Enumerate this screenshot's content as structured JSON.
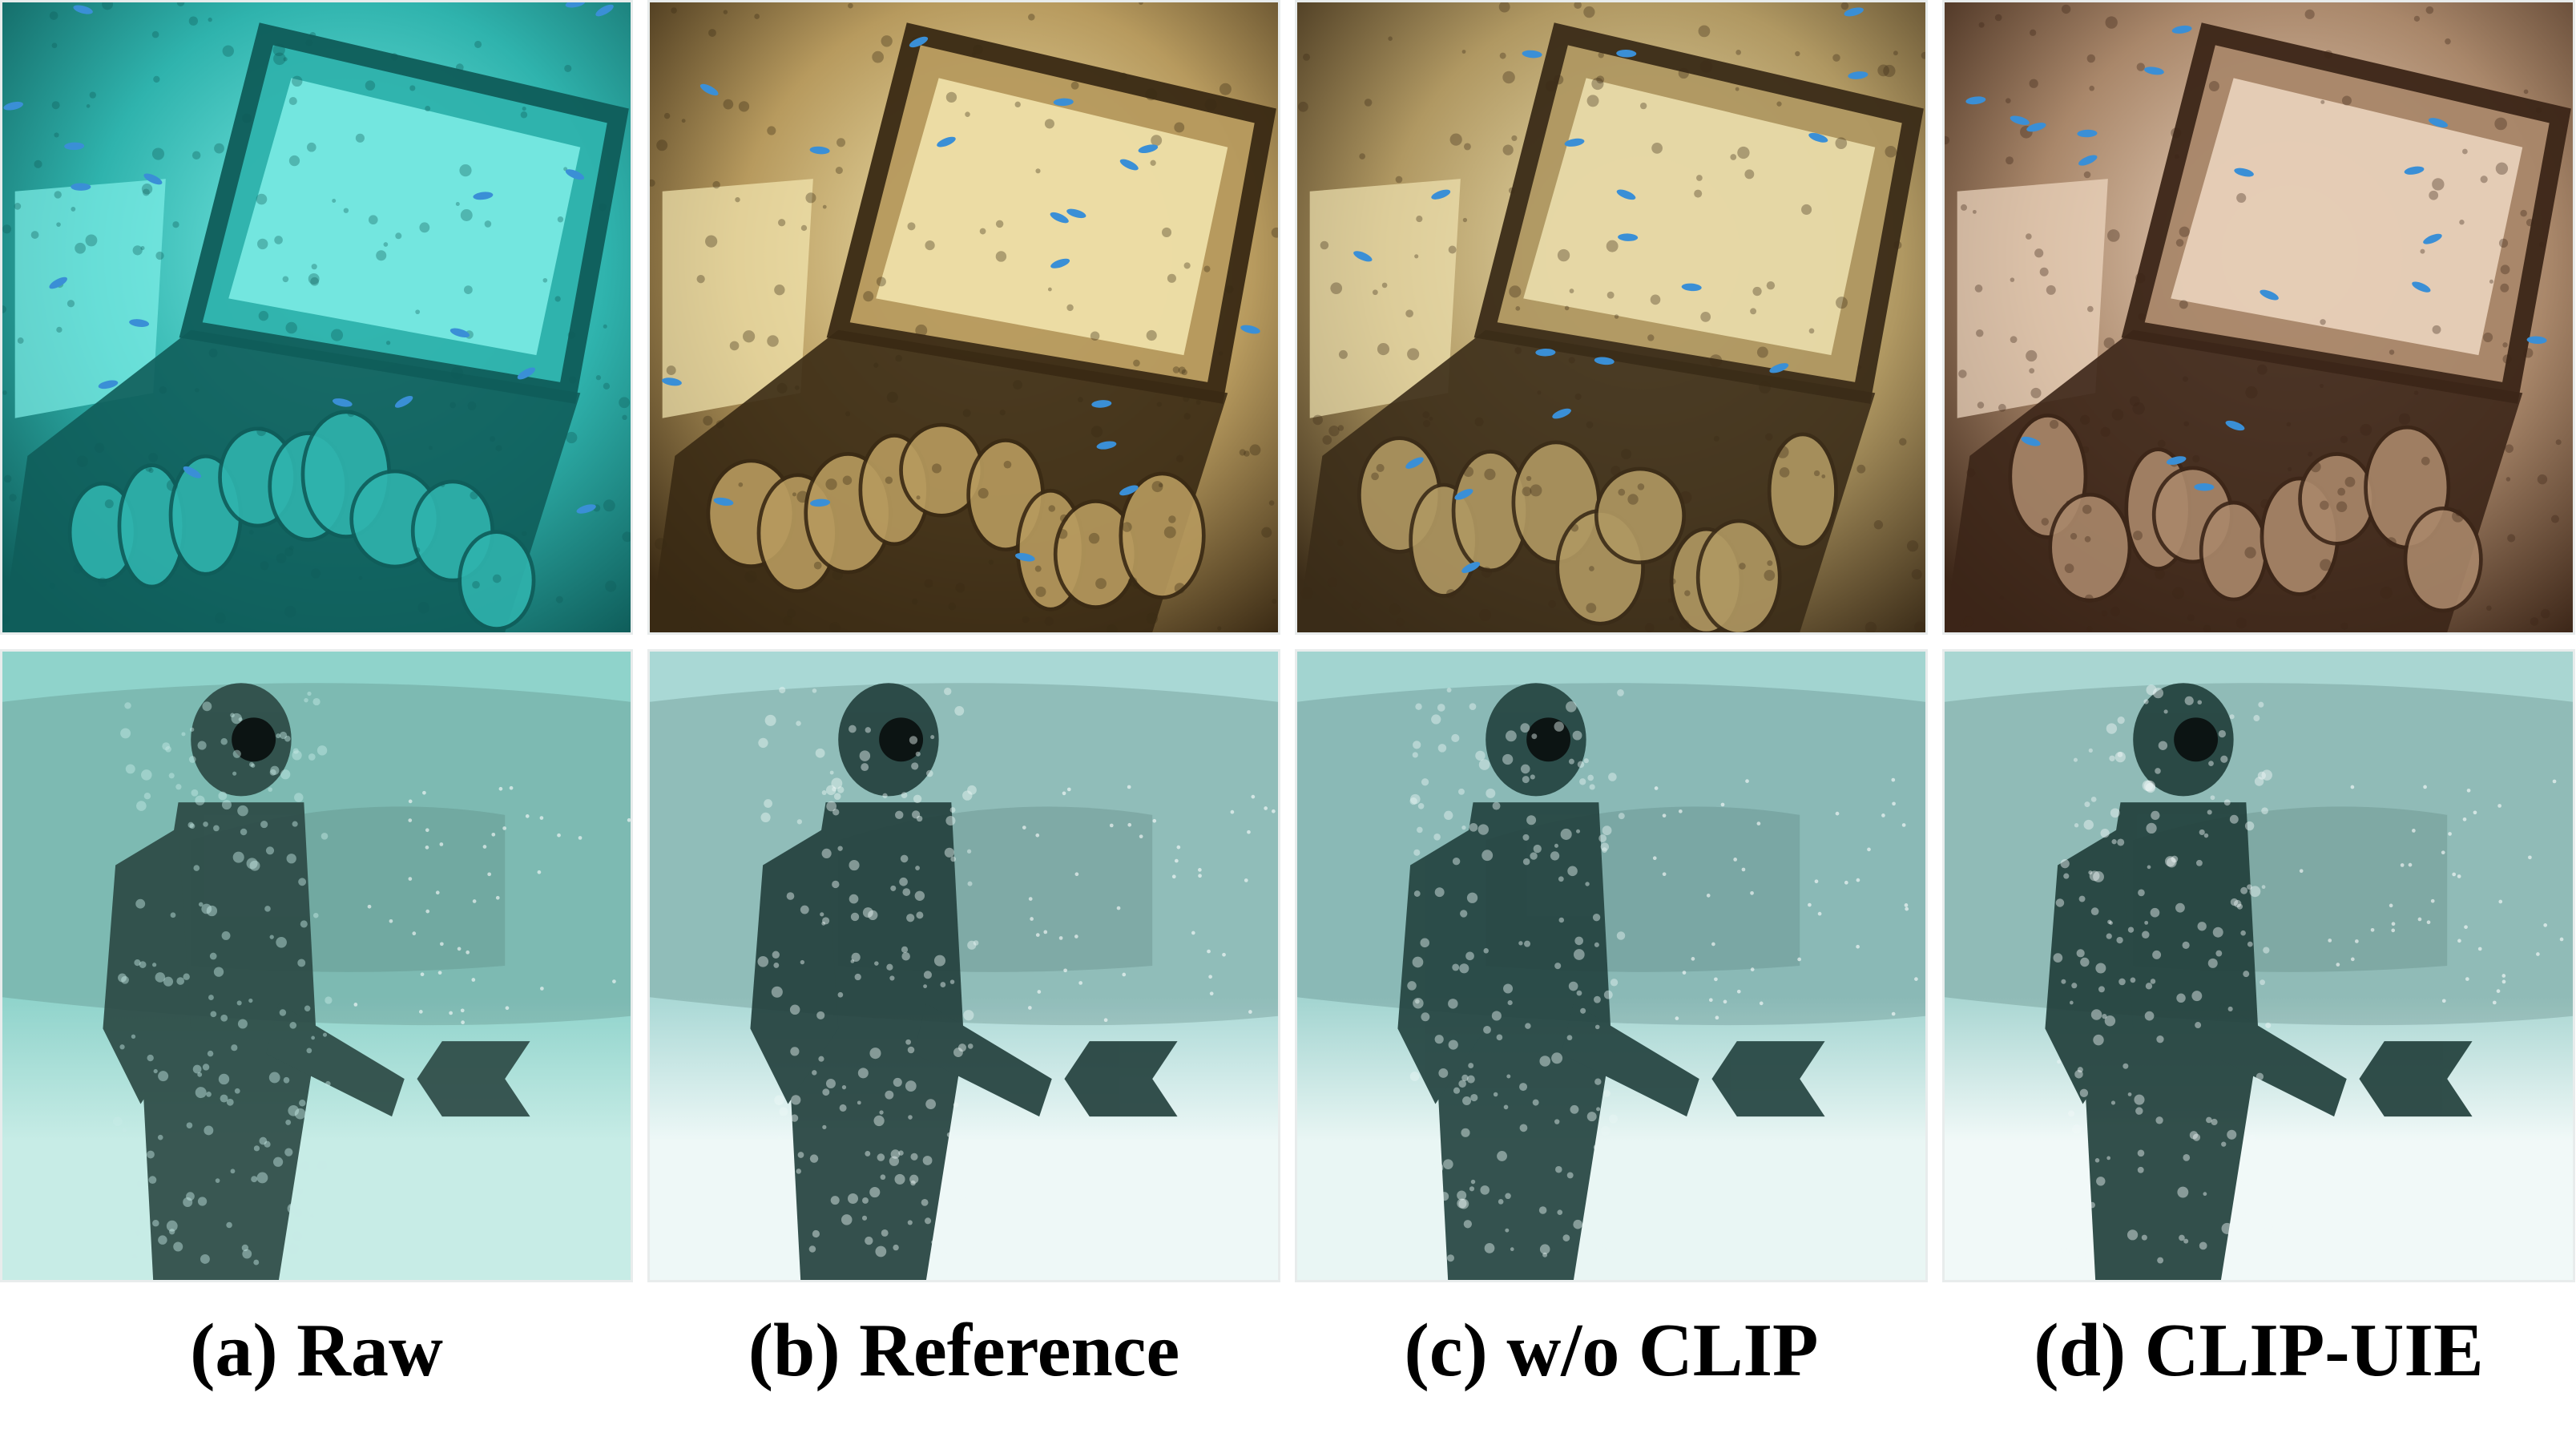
{
  "figure": {
    "captions": [
      "(a) Raw",
      "(b) Reference",
      "(c) w/o CLIP",
      "(d) CLIP-UIE"
    ],
    "columns": [
      {
        "variant": "raw",
        "tone_top": "#2fb3ad",
        "tone_top_dark": "#0f5d5a",
        "tone_top_light": "#7fefe8",
        "tone_bottom": "#8fd3cb",
        "tone_bottom_dark": "#2c4a45",
        "tone_bottom_light": "#c7ece6"
      },
      {
        "variant": "reference",
        "tone_top": "#b79a5e",
        "tone_top_dark": "#3a2a14",
        "tone_top_light": "#f4e7b0",
        "tone_bottom": "#a9d8d5",
        "tone_bottom_dark": "#24413e",
        "tone_bottom_light": "#eef8f7"
      },
      {
        "variant": "without-clip",
        "tone_top": "#b09862",
        "tone_top_dark": "#3b2c18",
        "tone_top_light": "#efe2b0",
        "tone_bottom": "#a2d4d0",
        "tone_bottom_dark": "#244340",
        "tone_bottom_light": "#e9f6f4"
      },
      {
        "variant": "clip-uie",
        "tone_top": "#a9876a",
        "tone_top_dark": "#3c2618",
        "tone_top_light": "#efd8c2",
        "tone_bottom": "#a9d6d2",
        "tone_bottom_dark": "#22403c",
        "tone_bottom_light": "#f1f9f8"
      }
    ]
  }
}
